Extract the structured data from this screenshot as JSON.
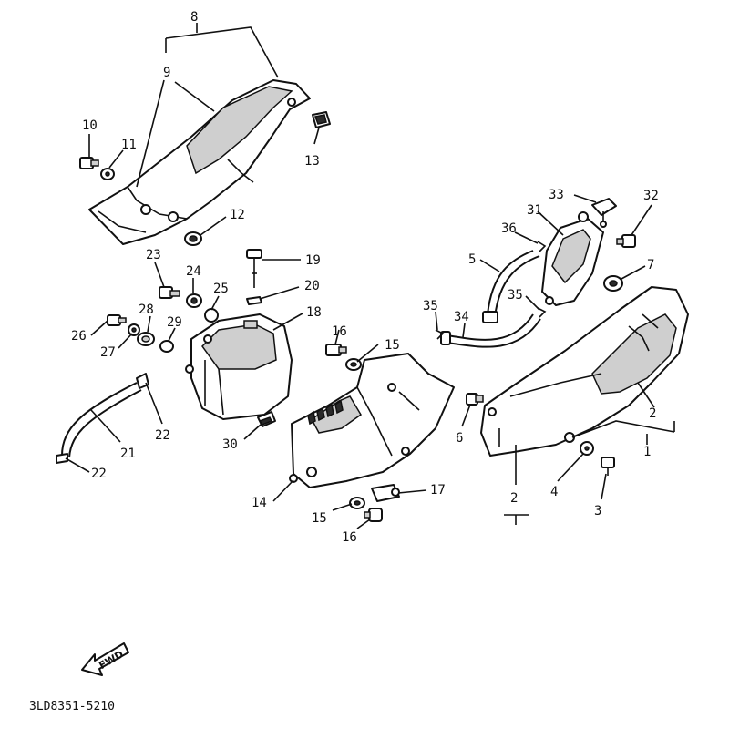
{
  "callouts": {
    "c1": "1",
    "c2a": "2",
    "c2b": "2",
    "c3": "3",
    "c4": "4",
    "c5": "5",
    "c7": "7",
    "c8": "8",
    "c9": "9",
    "c10": "10",
    "c11": "11",
    "c12": "12",
    "c13": "13",
    "c14": "14",
    "c15a": "15",
    "c15b": "15",
    "c16a": "16",
    "c16b": "16",
    "c17": "17",
    "c18": "18",
    "c19": "19",
    "c20": "20",
    "c21": "21",
    "c22a": "22",
    "c22b": "22",
    "c23": "23",
    "c24": "24",
    "c25": "25",
    "c26": "26",
    "c27": "27",
    "c28": "28",
    "c29": "29",
    "c30": "30",
    "c31": "31",
    "c32": "32",
    "c33": "33",
    "c34": "34",
    "c35a": "35",
    "c35b": "35",
    "c36": "36",
    "c6": "6"
  },
  "fwd_label": "FWD",
  "diagram_code": "3LD8351-5210",
  "icons": {
    "fwd": "fwd-arrow-icon"
  }
}
